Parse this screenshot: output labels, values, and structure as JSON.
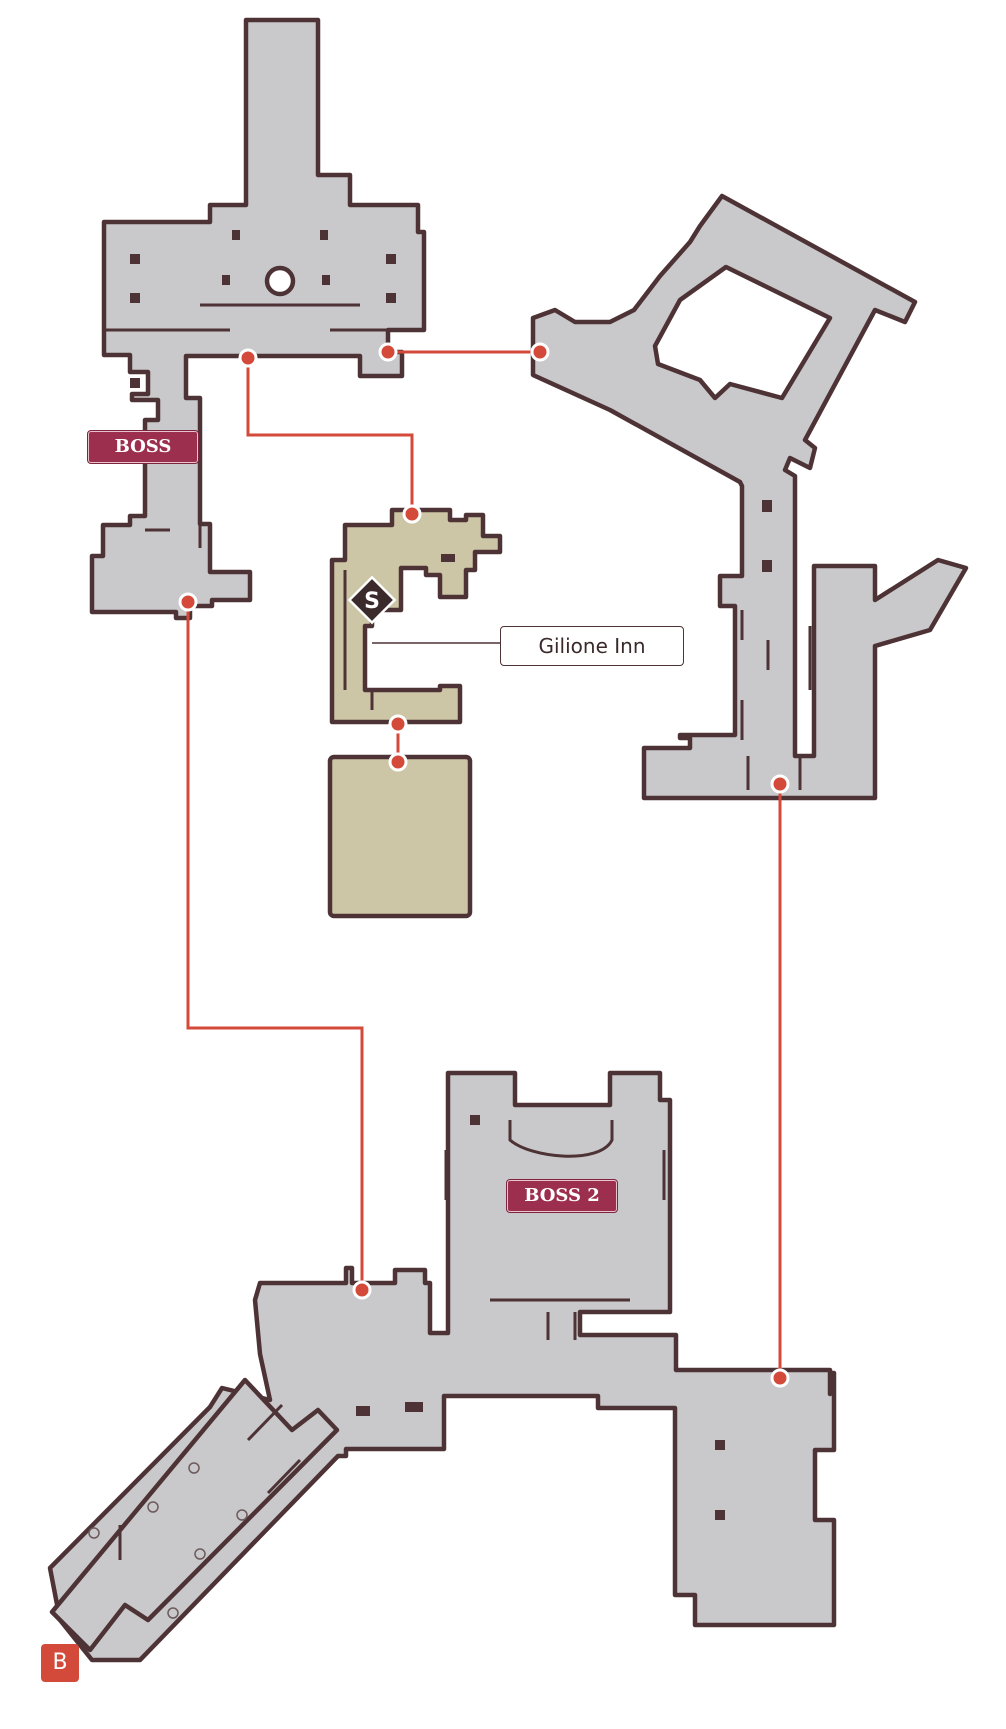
{
  "map": {
    "labels": {
      "boss": "BOSS",
      "boss2": "BOSS 2",
      "inn": "Gilione Inn",
      "b_marker": "B"
    },
    "icons": {
      "save_point": "save-point-s-icon"
    },
    "colors": {
      "background": "#ffffff",
      "dungeon_floor": "#c9c9cb",
      "inn_floor": "#cdc6a6",
      "walls": "#4e3336",
      "route_line": "#d44a3a",
      "boss_tag": "#9d2f4e",
      "b_marker": "#d44a3a"
    }
  }
}
